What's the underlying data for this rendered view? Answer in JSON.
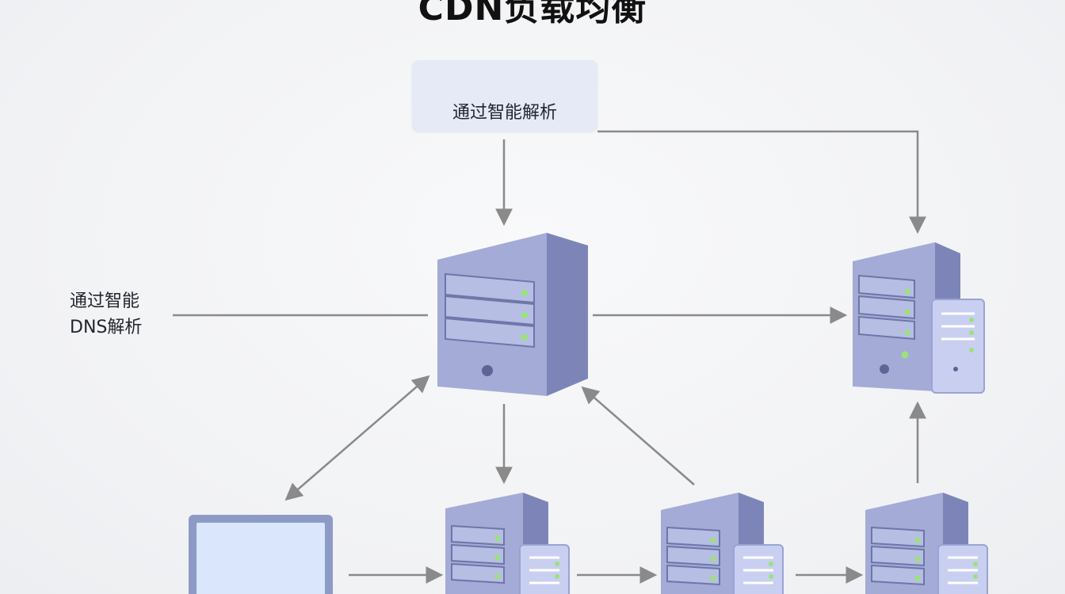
{
  "title": "CDN负载均衡",
  "top_label": "通过智能解析",
  "side_label": {
    "line1": "通过智能",
    "line2": "DNS解析"
  },
  "colors": {
    "server_front": "#a3abd6",
    "server_side": "#7d85b8",
    "server_top": "#bcc3e6",
    "led": "#9be27a",
    "arrow": "#8a8a8a",
    "label_box": "#e6eaf7",
    "monitor_frame": "#8e9ac6",
    "monitor_screen": "#d9e6fb"
  }
}
